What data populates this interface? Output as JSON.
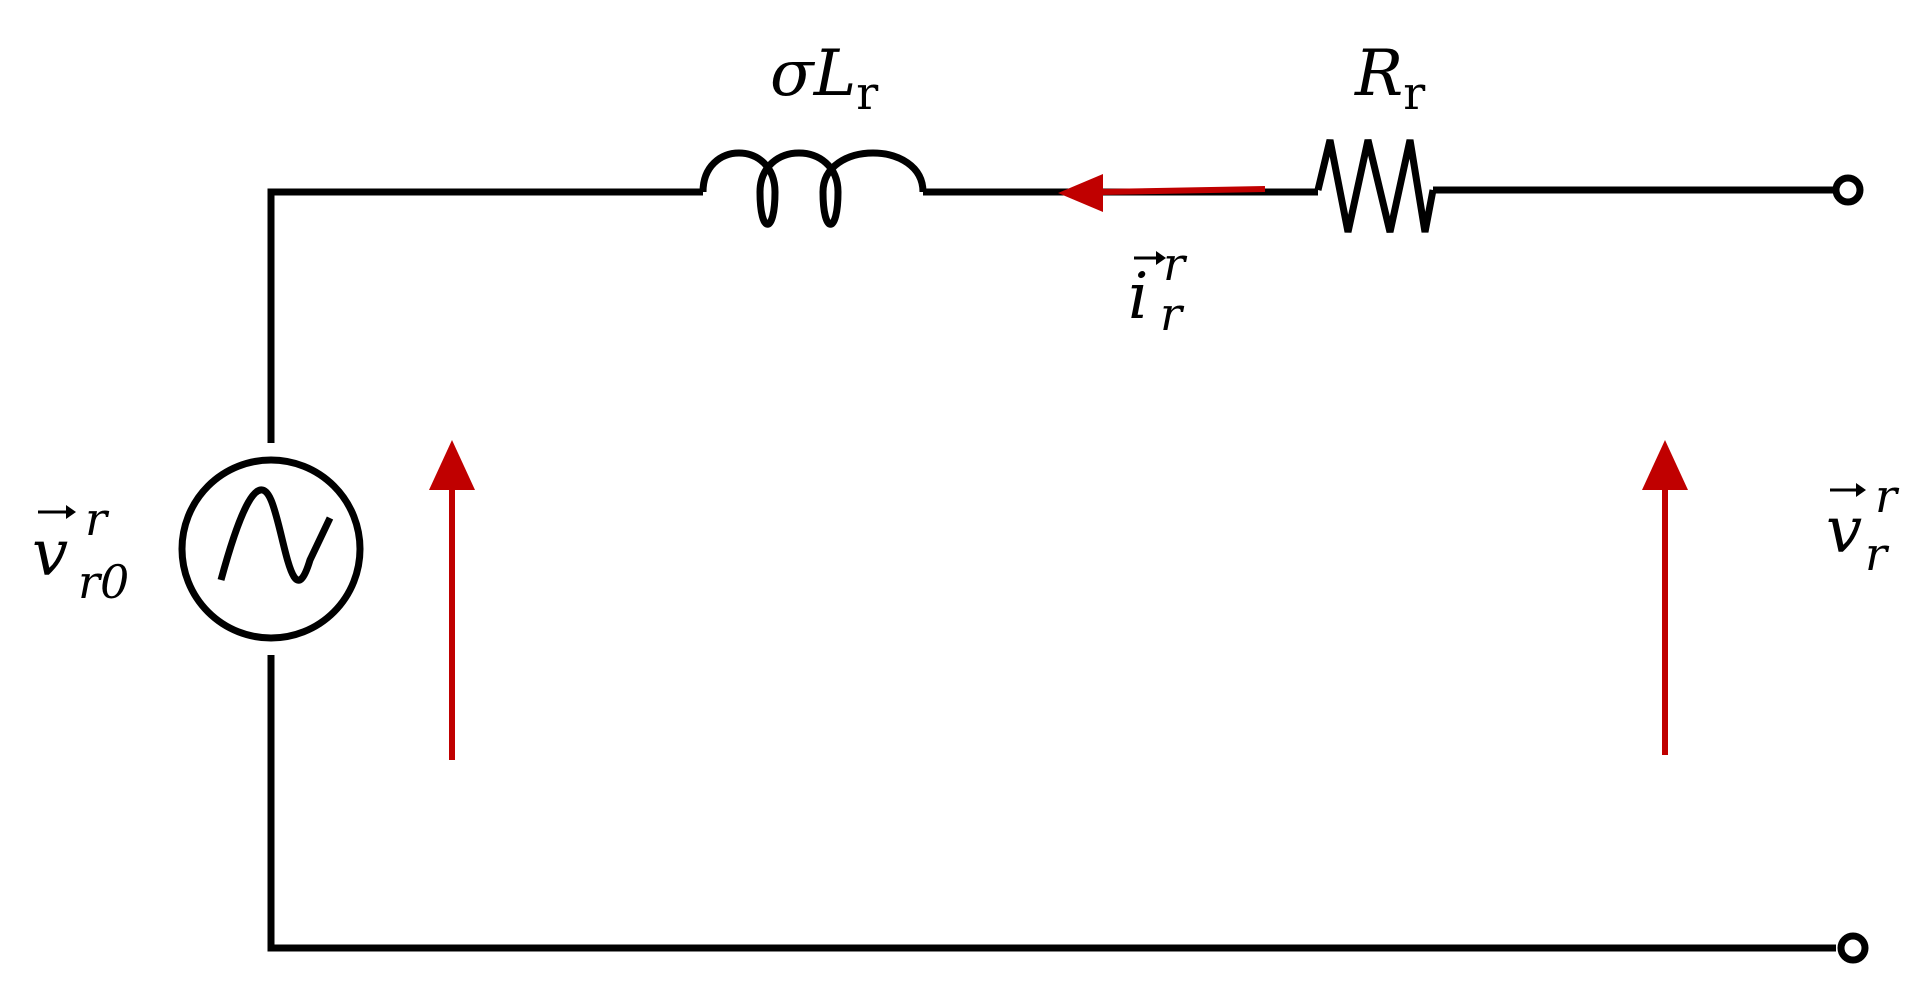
{
  "labels": {
    "inductor": {
      "main": "σL",
      "sub": "r"
    },
    "resistor": {
      "main": "R",
      "sub": "r"
    },
    "current": {
      "main": "i",
      "sup": "r",
      "sub": "r"
    },
    "source_voltage": {
      "main": "v",
      "sup": "r",
      "sub": "r0"
    },
    "terminal_voltage": {
      "main": "v",
      "sup": "r",
      "sub": "r"
    }
  },
  "colors": {
    "wire": "#000000",
    "arrow": "#c00000",
    "background": "#ffffff"
  },
  "components": [
    "ac-voltage-source",
    "inductor",
    "resistor",
    "terminal",
    "terminal"
  ],
  "icons": [
    "sine-wave-icon",
    "vector-arrow-icon"
  ]
}
